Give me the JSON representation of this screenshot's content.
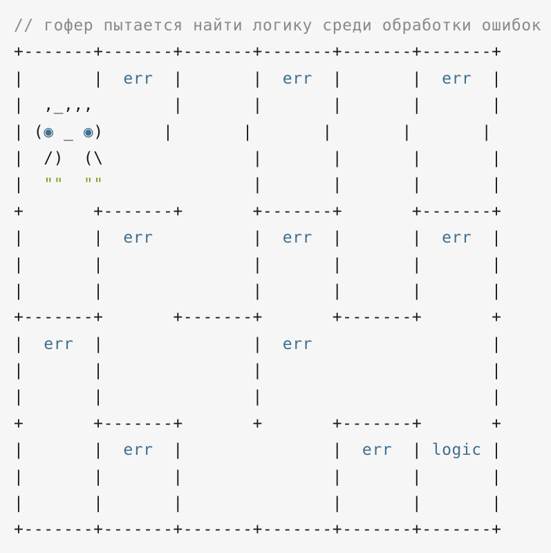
{
  "colors": {
    "background": "#f6f6f6",
    "text": "#1a1a1a",
    "comment": "#8a8a8a",
    "keyword": "#3e6f8f",
    "feet": "#7aa320"
  },
  "lines": [
    [
      {
        "t": "// гофер пытается найти логику среди обработки ошибок",
        "c": "comment"
      }
    ],
    [
      {
        "t": "+-------+-------+-------+-------+-------+-------+",
        "c": "plain"
      }
    ],
    [
      {
        "t": "|       |  ",
        "c": "plain"
      },
      {
        "t": "err",
        "c": "err"
      },
      {
        "t": "  |       |  ",
        "c": "plain"
      },
      {
        "t": "err",
        "c": "err"
      },
      {
        "t": "  |       |  ",
        "c": "plain"
      },
      {
        "t": "err",
        "c": "err"
      },
      {
        "t": "  |",
        "c": "plain"
      }
    ],
    [
      {
        "t": "|  ,_,,,        |       |       |       |       |",
        "c": "plain"
      }
    ],
    [
      {
        "t": "| (",
        "c": "plain"
      },
      {
        "t": "◉",
        "c": "eye"
      },
      {
        "t": " _ ",
        "c": "plain"
      },
      {
        "t": "◉",
        "c": "eye"
      },
      {
        "t": ")      |       |       |       |       |",
        "c": "plain"
      }
    ],
    [
      {
        "t": "|  /)  (\\               |       |       |       |",
        "c": "plain"
      }
    ],
    [
      {
        "t": "|  ",
        "c": "plain"
      },
      {
        "t": "\"\"",
        "c": "feet"
      },
      {
        "t": "  ",
        "c": "plain"
      },
      {
        "t": "\"\"",
        "c": "feet"
      },
      {
        "t": "               |       |       |       |",
        "c": "plain"
      }
    ],
    [
      {
        "t": "+       +-------+       +-------+       +-------+",
        "c": "plain"
      }
    ],
    [
      {
        "t": "|       |  ",
        "c": "plain"
      },
      {
        "t": "err",
        "c": "err"
      },
      {
        "t": "          |  ",
        "c": "plain"
      },
      {
        "t": "err",
        "c": "err"
      },
      {
        "t": "  |       |  ",
        "c": "plain"
      },
      {
        "t": "err",
        "c": "err"
      },
      {
        "t": "  |",
        "c": "plain"
      }
    ],
    [
      {
        "t": "|       |               |       |       |       |",
        "c": "plain"
      }
    ],
    [
      {
        "t": "|       |               |       |       |       |",
        "c": "plain"
      }
    ],
    [
      {
        "t": "+-------+       +-------+       +-------+       +",
        "c": "plain"
      }
    ],
    [
      {
        "t": "|  ",
        "c": "plain"
      },
      {
        "t": "err",
        "c": "err"
      },
      {
        "t": "  |               |  ",
        "c": "plain"
      },
      {
        "t": "err",
        "c": "err"
      },
      {
        "t": "                  |",
        "c": "plain"
      }
    ],
    [
      {
        "t": "|       |               |                       |",
        "c": "plain"
      }
    ],
    [
      {
        "t": "|       |               |                       |",
        "c": "plain"
      }
    ],
    [
      {
        "t": "+       +-------+       +       +-------+       +",
        "c": "plain"
      }
    ],
    [
      {
        "t": "|       |  ",
        "c": "plain"
      },
      {
        "t": "err",
        "c": "err"
      },
      {
        "t": "  |               |  ",
        "c": "plain"
      },
      {
        "t": "err",
        "c": "err"
      },
      {
        "t": "  | ",
        "c": "plain"
      },
      {
        "t": "logic",
        "c": "logic"
      },
      {
        "t": " |",
        "c": "plain"
      }
    ],
    [
      {
        "t": "|       |       |               |       |       |",
        "c": "plain"
      }
    ],
    [
      {
        "t": "|       |       |               |       |       |",
        "c": "plain"
      }
    ],
    [
      {
        "t": "+-------+-------+-------+-------+-------+-------+",
        "c": "plain"
      }
    ]
  ]
}
